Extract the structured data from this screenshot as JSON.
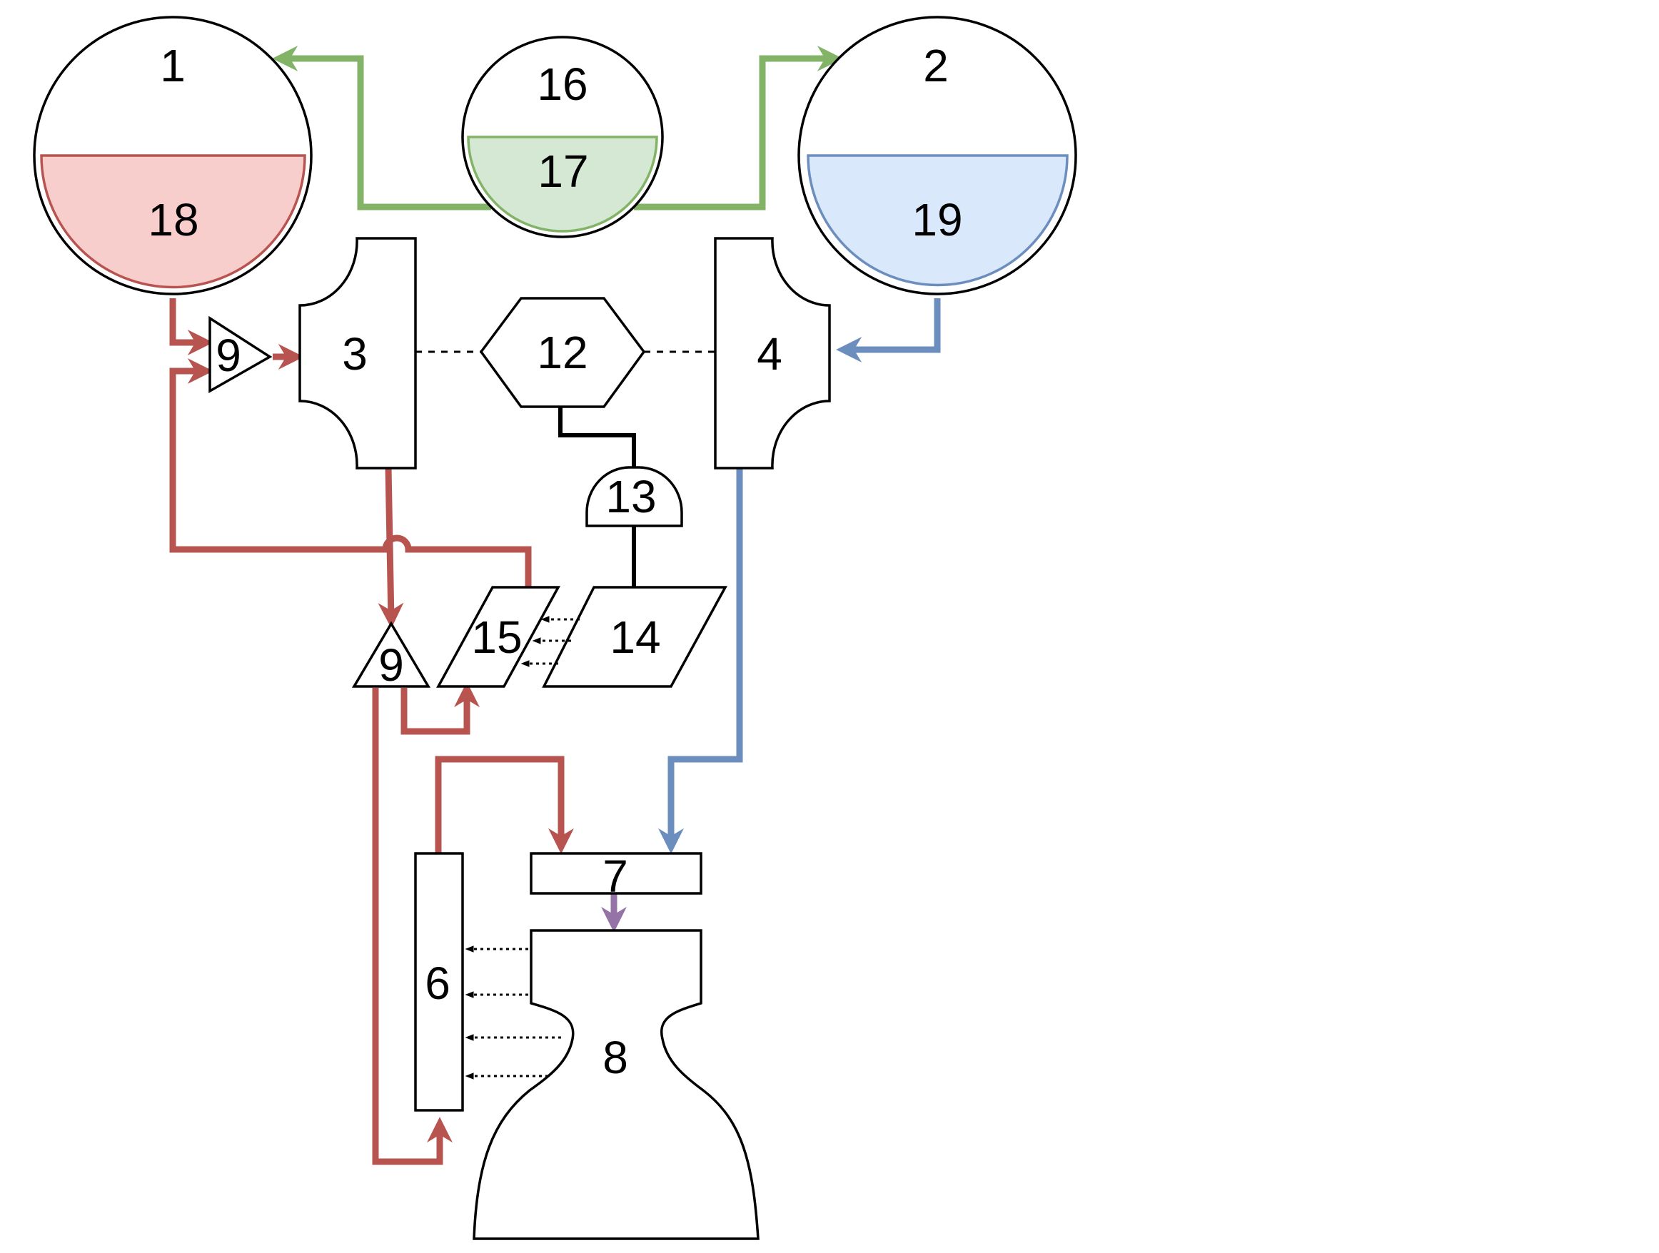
{
  "labels": {
    "tank_1": "1",
    "tank_2": "2",
    "turbine_3": "3",
    "turbine_4": "4",
    "unit_6": "6",
    "injector_7": "7",
    "chamber_8": "8",
    "valve_9_upper": "9",
    "valve_9_lower": "9",
    "unit_12": "12",
    "unit_13": "13",
    "unit_14": "14",
    "unit_15": "15",
    "tank_16": "16",
    "liquid_17": "17",
    "liquid_18": "18",
    "liquid_19": "19"
  },
  "colors": {
    "red_line": "#b85450",
    "blue_line": "#6c8ebf",
    "green_line": "#82b366",
    "purple_line": "#9673a6",
    "red_fill": "#f8cecc",
    "blue_fill": "#dae8fc",
    "green_fill": "#d5e8d4"
  },
  "icons": [
    "arrow-head",
    "dotted-arrow"
  ]
}
